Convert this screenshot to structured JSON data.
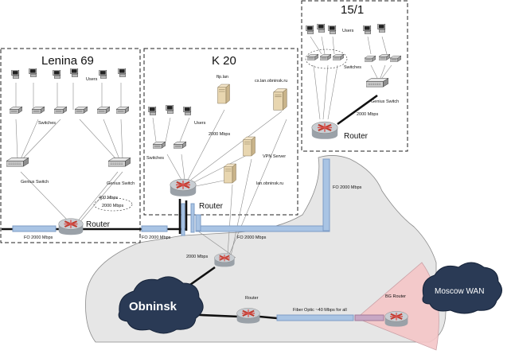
{
  "sites": {
    "lenina": {
      "title": "Lenina 69"
    },
    "k20": {
      "title": "K 20"
    },
    "s151": {
      "title": "15/1"
    }
  },
  "labels": {
    "users": "Users",
    "switches": "Switches",
    "genius_switch": "Genius Switch",
    "router": "Router",
    "ftp": "ftp.lan",
    "cs": "cs.lan.obninsk.ru",
    "vpn": "VPN Server",
    "lan_obninsk": "lan.obninsk.ru",
    "bg_router": "BG Router"
  },
  "links": {
    "fo2000": "FO 2000 Mbps",
    "mbps2000": "2000 Mbps",
    "mbps400": "400 Mbps",
    "fiber_optic": "Fiber Optic ~40 Mbps for all"
  },
  "clouds": {
    "obninsk": "Obninsk",
    "moscow": "Moscow WAN"
  },
  "colors": {
    "router_body": "#bfc4c9",
    "router_arrows": "#c0392b",
    "fiber": "#a9c4e4",
    "network_area": "#e6e6e6",
    "cloud": "#2a3a55",
    "wan_cone": "#f5c6c8"
  }
}
